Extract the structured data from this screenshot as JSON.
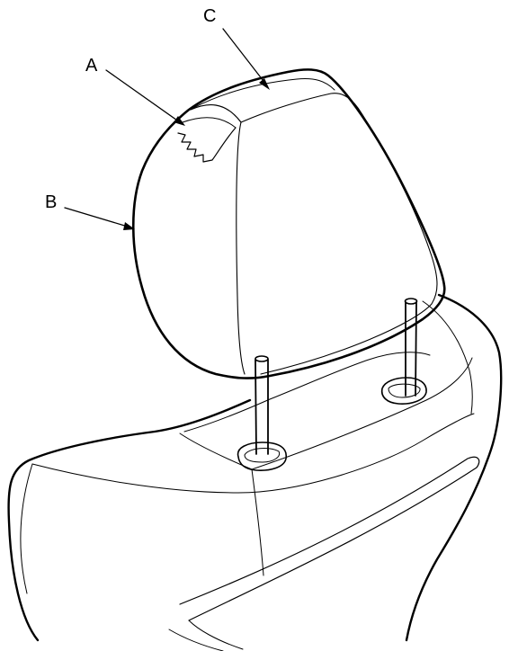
{
  "diagram": {
    "labels": {
      "a": "A",
      "b": "B",
      "c": "C"
    },
    "stroke_color": "#000000",
    "background_color": "#ffffff"
  }
}
